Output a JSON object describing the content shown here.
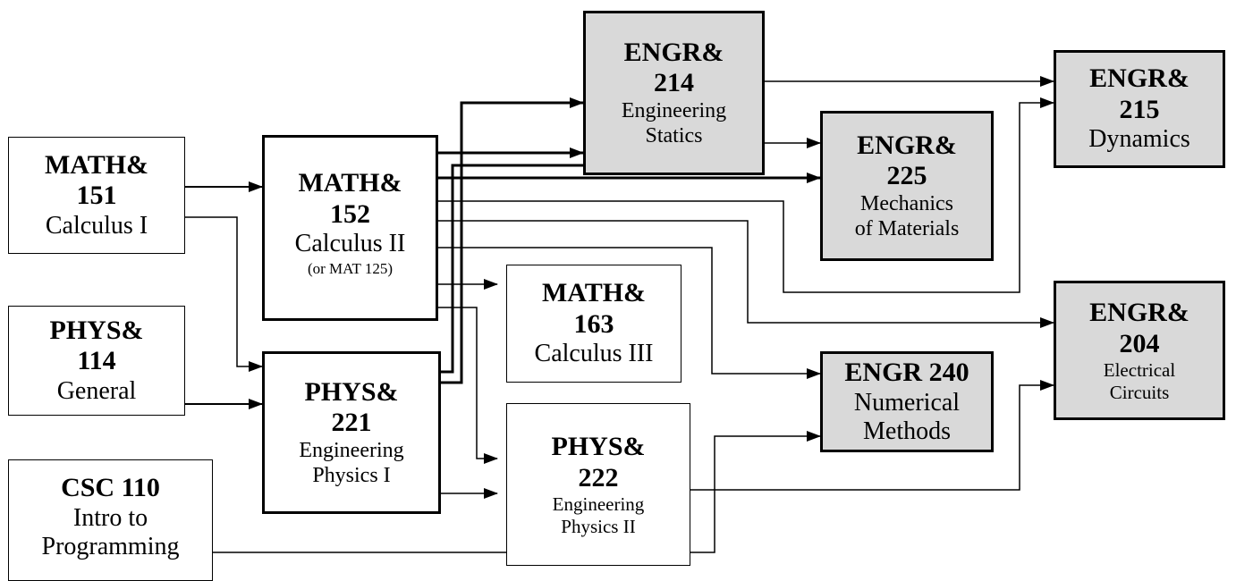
{
  "courses": {
    "math151": {
      "code_a": "MATH&",
      "code_b": "151",
      "title": "Calculus I"
    },
    "phys114": {
      "code_a": "PHYS&",
      "code_b": "114",
      "title": "General"
    },
    "csc110": {
      "code": "CSC 110",
      "title_a": "Intro to",
      "title_b": "Programming"
    },
    "math152": {
      "code_a": "MATH&",
      "code_b": "152",
      "title": "Calculus II",
      "note": "(or MAT 125)"
    },
    "phys221": {
      "code_a": "PHYS&",
      "code_b": "221",
      "title_a": "Engineering",
      "title_b": "Physics I"
    },
    "math163": {
      "code_a": "MATH&",
      "code_b": "163",
      "title": "Calculus III"
    },
    "phys222": {
      "code_a": "PHYS&",
      "code_b": "222",
      "title_a": "Engineering",
      "title_b": "Physics II"
    },
    "engr214": {
      "code_a": "ENGR&",
      "code_b": "214",
      "title_a": "Engineering",
      "title_b": "Statics"
    },
    "engr225": {
      "code_a": "ENGR&",
      "code_b": "225",
      "title_a": "Mechanics",
      "title_b": "of Materials"
    },
    "engr240": {
      "code": "ENGR 240",
      "title_a": "Numerical",
      "title_b": "Methods"
    },
    "engr215": {
      "code_a": "ENGR&",
      "code_b": "215",
      "title": "Dynamics"
    },
    "engr204": {
      "code_a": "ENGR&",
      "code_b": "204",
      "title_a": "Electrical",
      "title_b": "Circuits"
    }
  },
  "colors": {
    "core_fill": "#d9d9d9",
    "line": "#000000"
  }
}
